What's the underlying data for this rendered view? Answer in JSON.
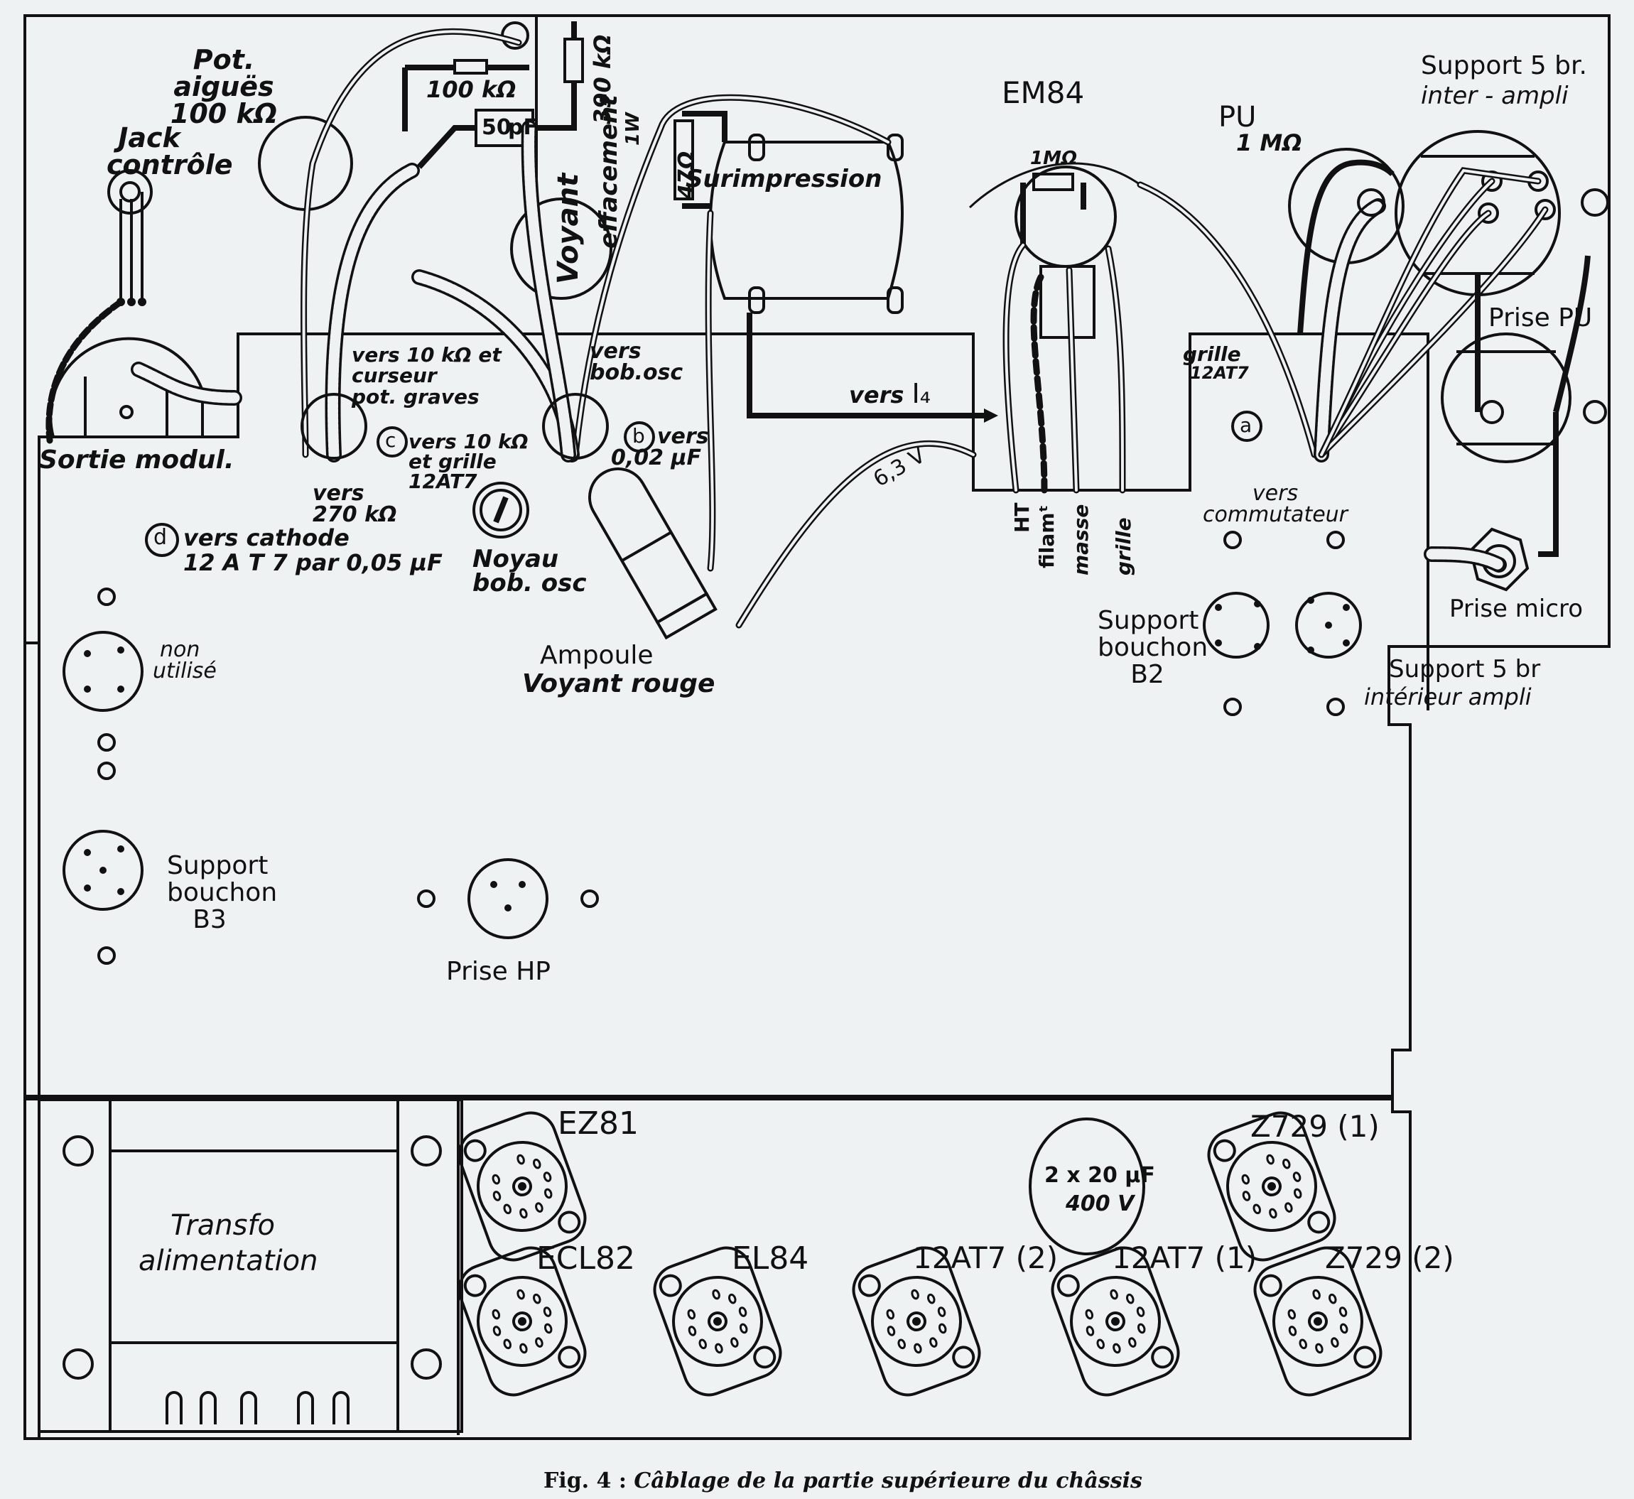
{
  "figure": {
    "caption": "Fig. 4 : Câblage de la partie supérieure du châssis",
    "caption_parts": {
      "fig": "Fig. 4",
      "sep": ":",
      "text": "Câblage de la partie supérieure du châssis"
    }
  },
  "labels": {
    "jack_controle": [
      "Jack",
      "contrôle"
    ],
    "pot_aigues": [
      "Pot.",
      "aiguës",
      "100 kΩ"
    ],
    "resistor_100k": "100 kΩ",
    "resistor_390k": "390 kΩ",
    "cap_50pf": [
      "50",
      "pF"
    ],
    "voyant": "Voyant",
    "effacement": "effacement",
    "resistor_47": "47Ω",
    "resistor_1w": "1W",
    "surimpression": "Surimpression",
    "em84": "EM84",
    "em84_resistor": "1MΩ",
    "pu": "PU",
    "pu_resistor": "1 MΩ",
    "support_5br_top": [
      "Support 5 br.",
      "inter - ampli"
    ],
    "prise_pu": "Prise PU",
    "grille_12at7": [
      "grille",
      "12AT7"
    ],
    "marker_a": "a",
    "vers_i4": [
      "vers",
      "I₄"
    ],
    "vers_10k_curseur": [
      "vers  10 kΩ et",
      "curseur",
      "pot. graves"
    ],
    "vers_bob_osc": [
      "vers",
      "bob.osc"
    ],
    "marker_b": "b",
    "vers_002": [
      "vers",
      "0,02 µF"
    ],
    "marker_c": "c",
    "vers_10k_grille": [
      "vers 10 kΩ",
      "et grille",
      "12AT7"
    ],
    "vers_270k": [
      "vers",
      "270 kΩ"
    ],
    "sortie_modul": "Sortie modul.",
    "marker_d": "d",
    "vers_cathode": [
      "vers  cathode",
      "12 A T 7 par 0,05 µF"
    ],
    "noyau": [
      "Noyau",
      "bob. osc"
    ],
    "v63": "6,3 V",
    "ampoule": [
      "Ampoule",
      "Voyant rouge"
    ],
    "em84_wires": [
      "HT",
      "filamᵗ",
      "masse",
      "grille"
    ],
    "vers_commutateur": [
      "vers",
      "commutateur"
    ],
    "prise_micro": "Prise micro",
    "support_b2": [
      "Support",
      "bouchon",
      "B2"
    ],
    "support_5br_bottom": [
      "Support 5 br",
      "intérieur ampli"
    ],
    "non_utilise": [
      "non",
      "utilisé"
    ],
    "support_b3": [
      "Support",
      "bouchon",
      "B3"
    ],
    "prise_hp": "Prise HP",
    "transfo": [
      "Transfo",
      "alimentation"
    ],
    "capacitor": [
      "2 x 20 µF",
      "400 V"
    ]
  },
  "tubes": [
    {
      "name": "EZ81"
    },
    {
      "name": "ECL82"
    },
    {
      "name": "EL84"
    },
    {
      "name": "12AT7 (2)"
    },
    {
      "name": "12AT7 (1)"
    },
    {
      "name": "Z729 (1)"
    },
    {
      "name": "Z729 (2)"
    }
  ]
}
